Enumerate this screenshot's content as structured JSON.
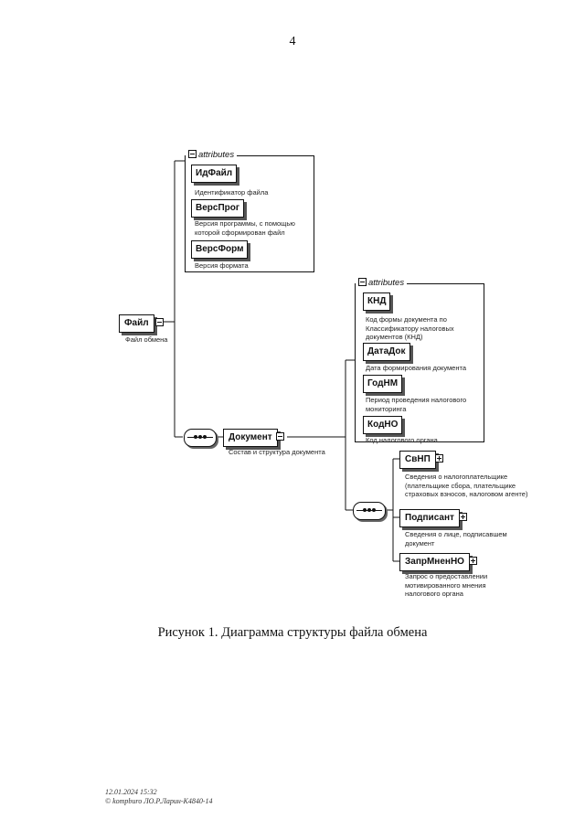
{
  "page_number": "4",
  "attributes_label": "attributes",
  "root": {
    "name": "Файл",
    "description": "Файл обмена"
  },
  "root_attributes": [
    {
      "name": "ИдФайл",
      "description": "Идентификатор файла"
    },
    {
      "name": "ВерсПрог",
      "description": "Версия программы, с помощью которой сформирован файл"
    },
    {
      "name": "ВерсФорм",
      "description": "Версия формата"
    }
  ],
  "document": {
    "name": "Документ",
    "description": "Состав и структура документа"
  },
  "document_attributes": [
    {
      "name": "КНД",
      "description": "Код формы документа по Классификатору налоговых документов (КНД)"
    },
    {
      "name": "ДатаДок",
      "description": "Дата формирования документа"
    },
    {
      "name": "ГодНМ",
      "description": "Период проведения налогового мониторинга"
    },
    {
      "name": "КодНО",
      "description": "Код налогового органа"
    }
  ],
  "document_children": [
    {
      "name": "СвНП",
      "description": "Сведения о налогоплательщике (плательщике сбора, плательщике страховых взносов, налоговом агенте)"
    },
    {
      "name": "Подписант",
      "description": "Сведения о лице, подписавшем документ"
    },
    {
      "name": "ЗапрМненНО",
      "description": "Запрос о предоставлении мотивированного мнения налогового органа"
    }
  ],
  "caption": "Рисунок 1. Диаграмма структуры файла обмена",
  "footer": {
    "date": "12.01.2024 15:32",
    "source": "© kompburo ЛО.Р.Ларин-К4840-14"
  }
}
